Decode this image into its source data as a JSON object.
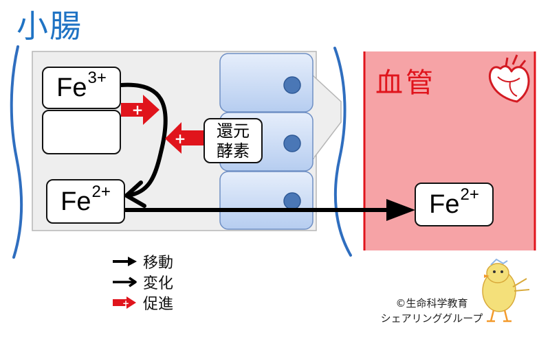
{
  "title": "小腸",
  "vessel": {
    "label": "血管",
    "heart_icon": "heart-icon"
  },
  "iron": {
    "ferric": {
      "base": "Fe",
      "charge": "3+"
    },
    "ferrous_intestine": {
      "base": "Fe",
      "charge": "2+"
    },
    "ferrous_vessel": {
      "base": "Fe",
      "charge": "2+"
    }
  },
  "enzyme": {
    "line1": "還元",
    "line2": "酵素"
  },
  "promote_sign": "+",
  "legend": {
    "move": "移動",
    "change": "変化",
    "promote": "促進"
  },
  "credit": {
    "line1": "©生命科学教育",
    "line2": "シェアリンググループ",
    "mascot_icon": "chick-mascot-icon"
  },
  "colors": {
    "title": "#1f73c4",
    "vessel_fill": "#f6a3a6",
    "vessel_border": "#e0141c",
    "promote": "#e0141c",
    "cell_fill": "#c9dcf4",
    "nucleus": "#4a77b6"
  }
}
